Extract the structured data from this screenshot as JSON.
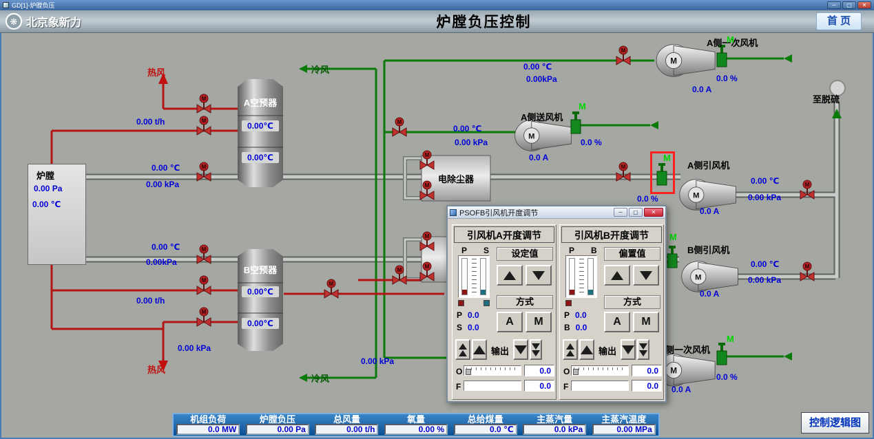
{
  "titlebar": {
    "title": "GD[1]-炉膛负压"
  },
  "icons": {
    "minimize": "─",
    "maximize": "▢",
    "close": "✕",
    "motor": "M"
  },
  "header": {
    "logo": "北京象新力",
    "title": "炉膛负压控制",
    "home": "首 页"
  },
  "furnace": {
    "label": "炉膛",
    "pressure": "0.00 Pa",
    "temp": "0.00 ℃"
  },
  "equipment": {
    "preheater_a": {
      "label": "A空预器",
      "temp1": "0.00℃",
      "temp2": "0.00℃"
    },
    "preheater_b": {
      "label": "B空预器",
      "temp1": "0.00℃",
      "temp2": "0.00℃"
    },
    "precipitator": "电除尘器",
    "to_desulfur": "至脱硫",
    "fan_primary_a": "A侧一次风机",
    "fan_fd_a": "A侧送风机",
    "fan_id_a": "A侧引风机",
    "fan_id_b": "B侧引风机",
    "fan_primary_b": "侧一次风机"
  },
  "flows": {
    "hot_air_top": "热风",
    "hot_air_bottom": "热风",
    "cold_air_top": "冷风",
    "cold_air_bottom": "冷风"
  },
  "values": {
    "flow_a": "0.00 t/h",
    "duct_a_temp": "0.00 ℃",
    "duct_a_press": "0.00 kPa",
    "duct_b_temp": "0.00 ℃",
    "duct_b_press": "0.00kPa",
    "flow_b": "0.00 t/h",
    "hot_b_press": "0.00 kPa",
    "cold_bottom_press": "0.00 kPa",
    "top_temp": "0.00 ℃",
    "top_press": "0.00kPa",
    "fd_temp": "0.00 ℃",
    "fd_press": "0.00 kPa",
    "fd_pct": "0.0 %",
    "fd_amp": "0.0 A",
    "primary_a_pct": "0.0 %",
    "primary_a_amp": "0.0 A",
    "id_a_pct": "0.0 %",
    "id_a_temp": "0.00 ℃",
    "id_a_press": "0.00 kPa",
    "id_a_amp": "0.0 A",
    "id_b_temp": "0.00 ℃",
    "id_b_press": "0.00 kPa",
    "id_b_amp": "0.0 A",
    "primary_b_pct": "0.0 %",
    "primary_b_amp": "0.0 A"
  },
  "popup": {
    "title": "PSOFB引风机开度调节",
    "panels": [
      {
        "title": "引风机A开度调节",
        "bar1": "P",
        "bar2": "S",
        "adjust_label": "设定值",
        "mode_label": "方式",
        "auto": "A",
        "manual": "M",
        "v1_label": "P",
        "v1": "0.0",
        "v2_label": "S",
        "v2": "0.0",
        "output": "输出",
        "o_label": "O",
        "o_value": "0.0",
        "f_label": "F",
        "f_value": "0.0"
      },
      {
        "title": "引风机B开度调节",
        "bar1": "P",
        "bar2": "B",
        "adjust_label": "偏置值",
        "mode_label": "方式",
        "auto": "A",
        "manual": "M",
        "v1_label": "P",
        "v1": "0.0",
        "v2_label": "B",
        "v2": "0.0",
        "output": "输出",
        "o_label": "O",
        "o_value": "0.0",
        "f_label": "F",
        "f_value": "0.0"
      }
    ]
  },
  "bottom_bar": [
    {
      "label": "机组负荷",
      "value": "0.0 MW"
    },
    {
      "label": "炉膛负压",
      "value": "0.00 Pa"
    },
    {
      "label": "总风量",
      "value": "0.00 t/h"
    },
    {
      "label": "氧量",
      "value": "0.00 %"
    },
    {
      "label": "总给煤量",
      "value": "0.0 ℃"
    },
    {
      "label": "主蒸汽量",
      "value": "0.0 kPa"
    },
    {
      "label": "主蒸汽温度",
      "value": "0.00 MPa"
    }
  ],
  "logic_button": "控制逻辑图"
}
